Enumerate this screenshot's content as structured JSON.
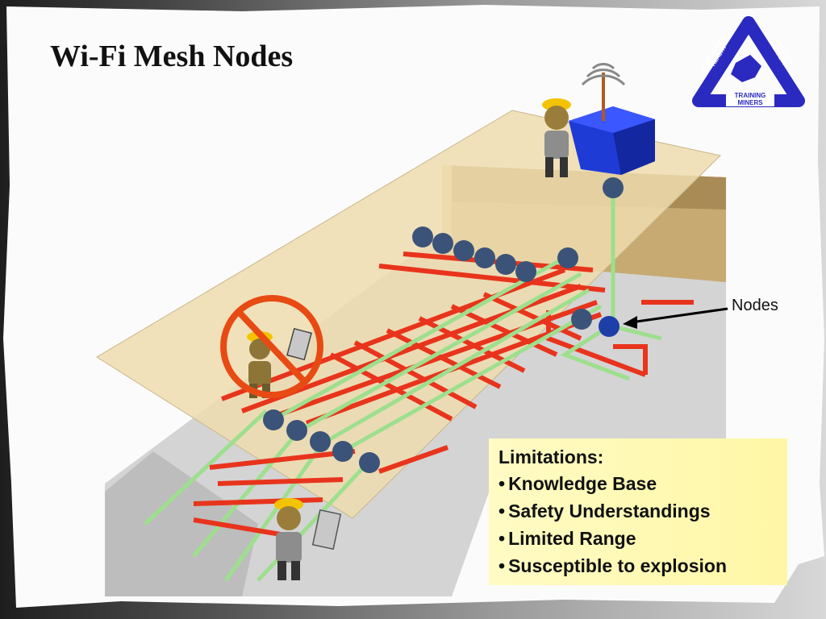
{
  "slide": {
    "title": "Wi-Fi Mesh Nodes",
    "nodes_label": "Nodes",
    "limitations": {
      "title": "Limitations:",
      "items": [
        "Knowledge Base",
        "Safety Understandings",
        "Limited Range",
        "Susceptible to explosion"
      ]
    },
    "logo": {
      "line1": "WEST VIRGINIA",
      "line2": "HEALTH",
      "line3": "OFFICE OF",
      "line4": "SAFETY",
      "line5": "TRAINING",
      "line6": "MINERS"
    }
  },
  "colors": {
    "surface_plane": "#efdcae",
    "mine_floor": "#d2d2d2",
    "grid_red": "#e8341c",
    "grid_green": "#9edf8e",
    "node": "#3b5378",
    "antenna_box": "#1f3bd6",
    "logo_blue": "#2a2ac0",
    "no_sign": "#e84a14",
    "callout_bg": "#fff8b0"
  },
  "icons": [
    "antenna-box-icon",
    "miner-icon",
    "no-entry-icon",
    "radio-icon",
    "wv-state-icon"
  ]
}
